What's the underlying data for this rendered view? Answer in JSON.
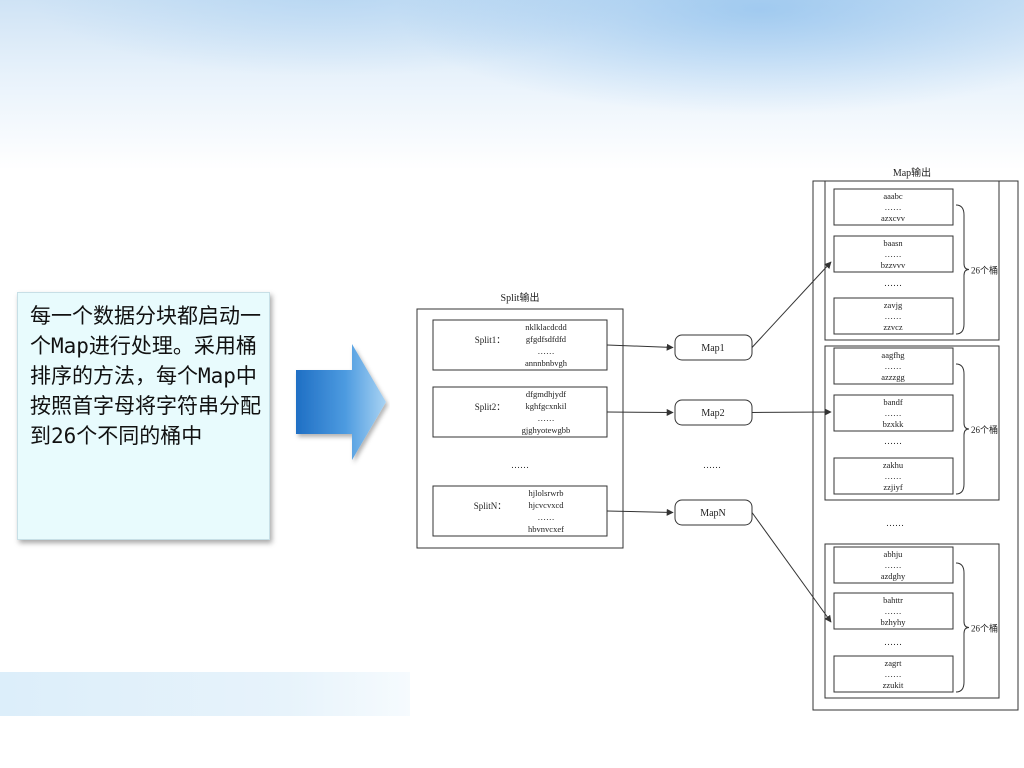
{
  "slide": {
    "text": "每一个数据分块都启动一个Map进行处理。采用桶排序的方法，每个Map中按照首字母将字符串分配到26个不同的桶中"
  },
  "diagram": {
    "split_title": "Split输出",
    "splits": [
      {
        "label": "Split1：",
        "lines": [
          "nklklacdcdd",
          "gfgdfsdfdfd",
          "……",
          "annnbnbvgh"
        ]
      },
      {
        "label": "Split2：",
        "lines": [
          "dfgmdhjydf",
          "kghfgcxnkil",
          "……",
          "gjghyotewgbb"
        ]
      },
      {
        "label": "SplitN：",
        "lines": [
          "hjlolsrwrb",
          "hjcvcvxcd",
          "……",
          "hbvnvcxef"
        ]
      }
    ],
    "split_ellipsis": "……",
    "maps": [
      "Map1",
      "Map2",
      "MapN"
    ],
    "map_ellipsis": "……",
    "map_output_title": "Map输出",
    "groups": [
      {
        "buckets": [
          {
            "lines": [
              "aaabc",
              "……",
              "azxcvv"
            ]
          },
          {
            "lines": [
              "baasn",
              "……",
              "bzzvvv"
            ]
          },
          {
            "lines": [
              "zavjg",
              "……",
              "zzvcz"
            ]
          }
        ],
        "bucket_ellipsis": "……",
        "brace_label": "26个桶"
      },
      {
        "buckets": [
          {
            "lines": [
              "aagfhg",
              "……",
              "azzzgg"
            ]
          },
          {
            "lines": [
              "bandf",
              "……",
              "bzxkk"
            ]
          },
          {
            "lines": [
              "zakhu",
              "……",
              "zzjiyf"
            ]
          }
        ],
        "bucket_ellipsis": "……",
        "brace_label": "26个桶"
      },
      {
        "buckets": [
          {
            "lines": [
              "abhju",
              "……",
              "azdghy"
            ]
          },
          {
            "lines": [
              "bahttr",
              "……",
              "bzhyhy"
            ]
          },
          {
            "lines": [
              "zagrt",
              "……",
              "zzukit"
            ]
          }
        ],
        "bucket_ellipsis": "……",
        "brace_label": "26个桶"
      }
    ],
    "group_ellipsis": "……"
  }
}
